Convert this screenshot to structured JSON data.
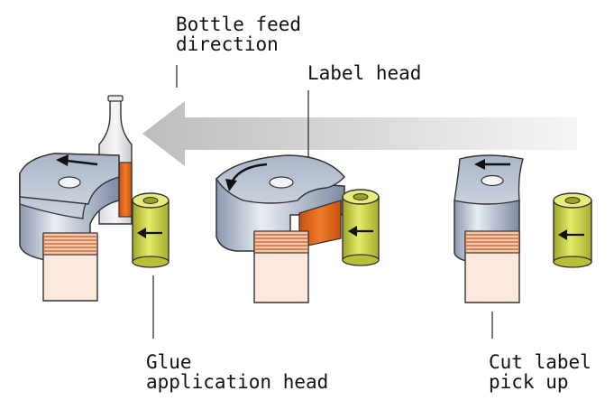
{
  "labels": {
    "bottle_feed": [
      "Bottle feed",
      "direction"
    ],
    "label_head": "Label head",
    "glue_head": [
      "Glue",
      "application head"
    ],
    "cut_label": [
      "Cut label",
      "pick up"
    ]
  },
  "colors": {
    "arrow_dark": "#bfbfbf",
    "arrow_light": "#f4f4f4",
    "metal_light": "#dfe5ee",
    "metal_dark": "#7f8ea6",
    "label_orange": "#e8691e",
    "roller_yellow": "#d6dc4a",
    "paper_pink": "#fde9dc",
    "paper_stripe": "#e0845a",
    "outline": "#222222"
  }
}
